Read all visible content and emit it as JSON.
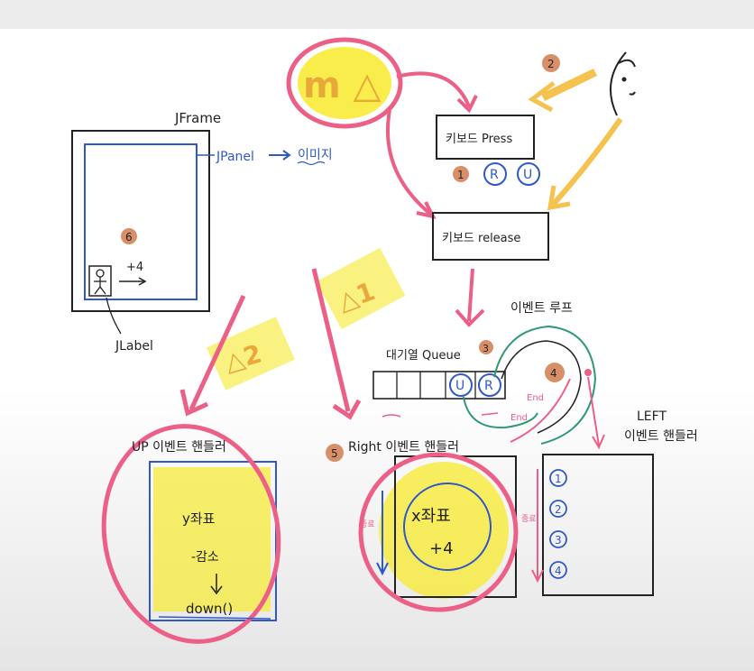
{
  "labels": {
    "jframe": "JFrame",
    "jpanel": "JPanel",
    "image": "이미지",
    "jlabel": "JLabel",
    "circle_6": "6",
    "plus4_small": "+4",
    "m_triangle": "m △",
    "circle_2": "2",
    "key_press": "키보드 Press",
    "circle_1": "1",
    "r_key": "R",
    "u_key": "U",
    "key_release": "키보드 release",
    "event_loop": "이벤트 루프",
    "wait_queue": "대기열 Queue",
    "circle_3": "3",
    "queue_u": "U",
    "queue_r": "R",
    "circle_4": "4",
    "end_1": "End",
    "end_2": "End",
    "delta_1": "△1",
    "delta_2": "△2",
    "up_handler": "UP 이벤트 핸들러",
    "y_coord": "y좌표",
    "minus_dec": "-감소",
    "down_call": "down()",
    "circle_5": "5",
    "right_handler": "Right 이벤트 핸들러",
    "x_coord": "x좌표",
    "plus_4": "+4",
    "left_title_1": "LEFT",
    "left_title_2": "이벤트 핸들러",
    "left_1": "1",
    "left_2": "2",
    "left_3": "3",
    "left_4": "4",
    "side_mark_1": "종료",
    "side_mark_2": "종료"
  },
  "colors": {
    "pink": "#ec5f86",
    "yellow": "#f7ea2c",
    "orange": "#f6c24e",
    "blue": "#2f58c8",
    "green": "#2f9a72",
    "ink": "#222222",
    "badge": "#d88f68"
  },
  "icons": [
    "stick-figure-icon",
    "smiley-face-icon",
    "arrow-icon"
  ]
}
